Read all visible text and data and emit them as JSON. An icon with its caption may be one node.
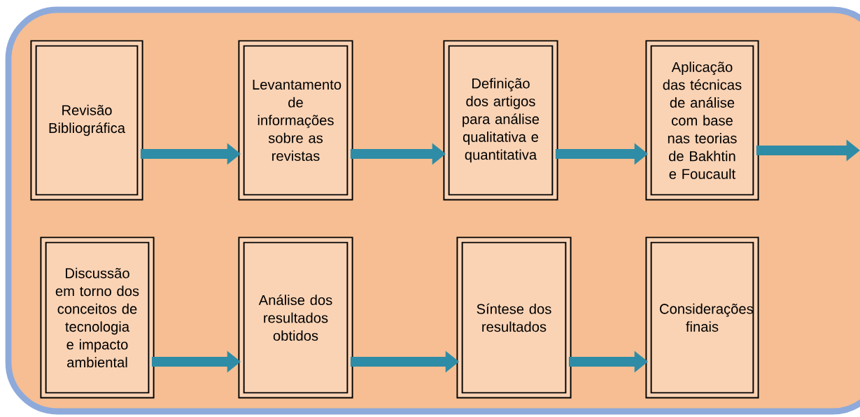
{
  "diagram": {
    "nodes": [
      {
        "text": [
          "Revisão Bibliográfica"
        ]
      },
      {
        "text": [
          "Levantamento de informações sobre as revistas"
        ]
      },
      {
        "text": [
          "Definição dos artigos para análise qualitativa e quantitativa"
        ]
      },
      {
        "text": [
          "Aplicação das técnicas de análise com base nas teorias de Bakhtin e Foucault"
        ]
      },
      {
        "text": [
          "Discussão em torno dos conceitos de tecnologia e impacto ambiental"
        ]
      },
      {
        "text": [
          "Análise dos resultados obtidos"
        ]
      },
      {
        "text": [
          "Síntese dos resultados"
        ]
      },
      {
        "text": [
          "Considerações finais"
        ]
      }
    ],
    "edges": [
      {
        "from": 0,
        "to": 1,
        "arrow": "to"
      },
      {
        "from": 1,
        "to": 2,
        "arrow": "to"
      },
      {
        "from": 2,
        "to": 3,
        "arrow": "to"
      },
      {
        "from": 3,
        "to": null,
        "arrow": "to"
      },
      {
        "from": 4,
        "to": 5,
        "arrow": "to"
      },
      {
        "from": 5,
        "to": 6,
        "arrow": "to"
      },
      {
        "from": 6,
        "to": 7,
        "arrow": "to"
      }
    ]
  }
}
